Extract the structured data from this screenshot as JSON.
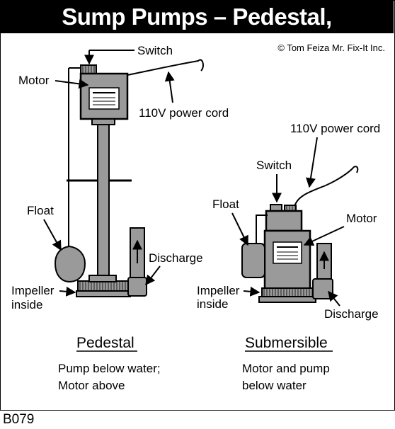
{
  "title": "Sump Pumps – Pedestal, Submersible",
  "copyright": "© Tom Feiza Mr. Fix-It Inc.",
  "figure_code": "B079",
  "pedestal": {
    "labels": {
      "switch": "Switch",
      "motor": "Motor",
      "power_cord": "110V power cord",
      "float": "Float",
      "discharge": "Discharge",
      "impeller_line1": "Impeller",
      "impeller_line2": "inside"
    },
    "caption_title": "Pedestal",
    "caption_line1": "Pump below water;",
    "caption_line2": "Motor above"
  },
  "submersible": {
    "labels": {
      "power_cord": "110V power cord",
      "switch": "Switch",
      "float": "Float",
      "motor": "Motor",
      "impeller_line1": "Impeller",
      "impeller_line2": "inside",
      "discharge": "Discharge"
    },
    "caption_title": "Submersible",
    "caption_line1": "Motor and pump",
    "caption_line2": "below water"
  },
  "colors": {
    "ink": "#000000",
    "equipment_gray": "#9a9a9a",
    "panel_gray": "#c8c8c8",
    "background": "#ffffff"
  }
}
